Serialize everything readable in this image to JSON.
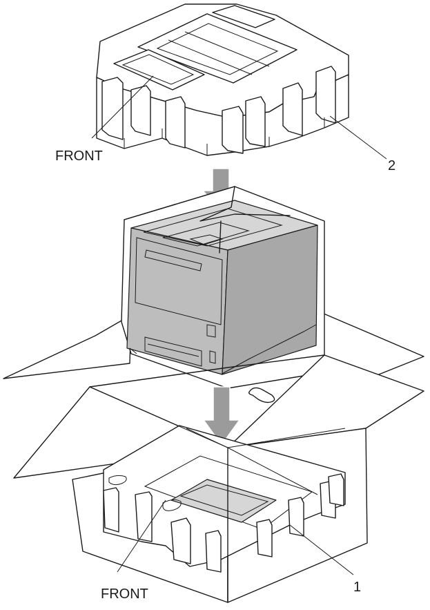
{
  "labels": {
    "front_top": "FRONT",
    "front_bottom": "FRONT",
    "callout_1": "1",
    "callout_2": "2"
  },
  "colors": {
    "line": "#1a1a1a",
    "printer_body": "#bdbdbd",
    "printer_top": "#d6d6d6",
    "arrow": "#9b9b9b"
  }
}
